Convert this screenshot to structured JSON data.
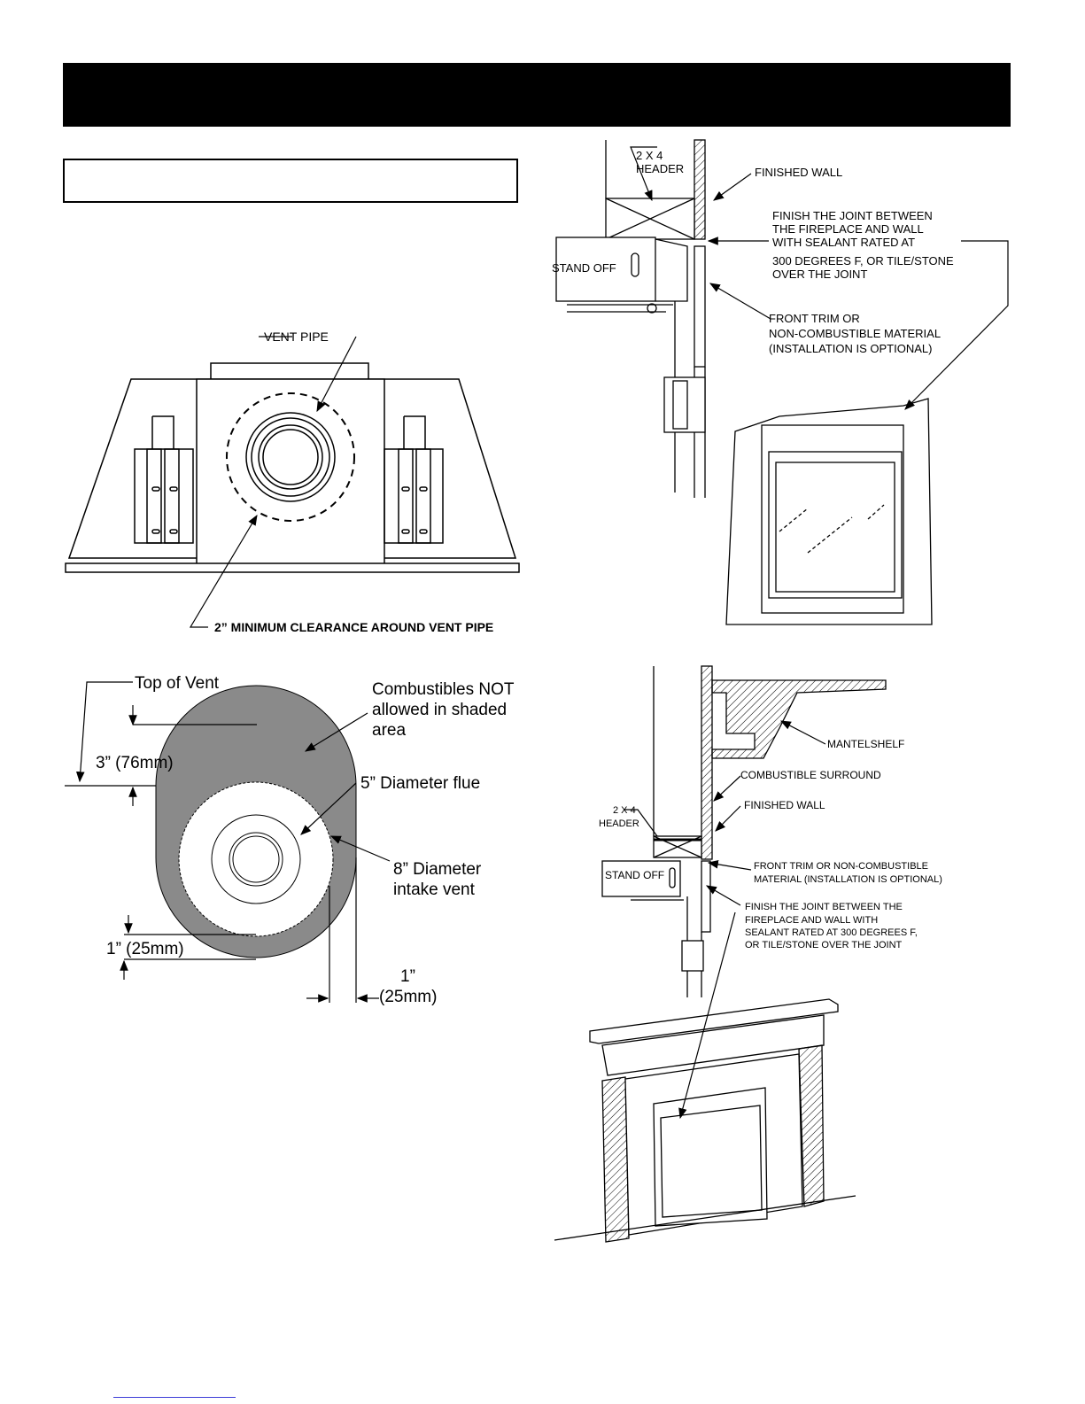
{
  "top_left": {
    "vent_pipe": "VENT PIPE",
    "clearance": "2” MINIMUM CLEARANCE AROUND VENT PIPE"
  },
  "clearance_diagram": {
    "top_of_vent": "Top of Vent",
    "dim_top": "3” (76mm)",
    "combustibles_line1": "Combustibles NOT",
    "combustibles_line2": "allowed in shaded",
    "combustibles_line3": "area",
    "flue": "5” Diameter flue",
    "intake_line1": "8” Diameter",
    "intake_line2": "intake vent",
    "dim_bottom": "1” (25mm)",
    "dim_side_line1": "1”",
    "dim_side_line2": "(25mm)"
  },
  "top_right": {
    "header_line1": "2 X 4",
    "header_line2": "HEADER",
    "finished_wall": "FINISHED WALL",
    "joint_line1": "FINISH THE JOINT BETWEEN",
    "joint_line2": "THE FIREPLACE AND WALL",
    "joint_line3": "WITH SEALANT RATED AT",
    "joint_line4": "300 DEGREES F, OR TILE/STONE",
    "joint_line5": "OVER THE JOINT",
    "stand_off": "STAND OFF",
    "trim_line1": "FRONT TRIM OR",
    "trim_line2": "NON-COMBUSTIBLE MATERIAL",
    "trim_line3": "(INSTALLATION IS OPTIONAL)"
  },
  "bottom_right": {
    "mantelshelf": "MANTELSHELF",
    "combustible_surround": "COMBUSTIBLE SURROUND",
    "finished_wall": "FINISHED WALL",
    "header_line1": "2 X 4",
    "header_line2": "HEADER",
    "trim_line1": "FRONT TRIM OR NON-COMBUSTIBLE",
    "trim_line2": "MATERIAL (INSTALLATION IS OPTIONAL)",
    "stand_off": "STAND OFF",
    "joint_line1": "FINISH THE JOINT BETWEEN THE",
    "joint_line2": "FIREPLACE AND WALL WITH",
    "joint_line3": "SEALANT RATED AT 300 DEGREES F,",
    "joint_line4": "OR TILE/STONE OVER THE JOINT"
  }
}
